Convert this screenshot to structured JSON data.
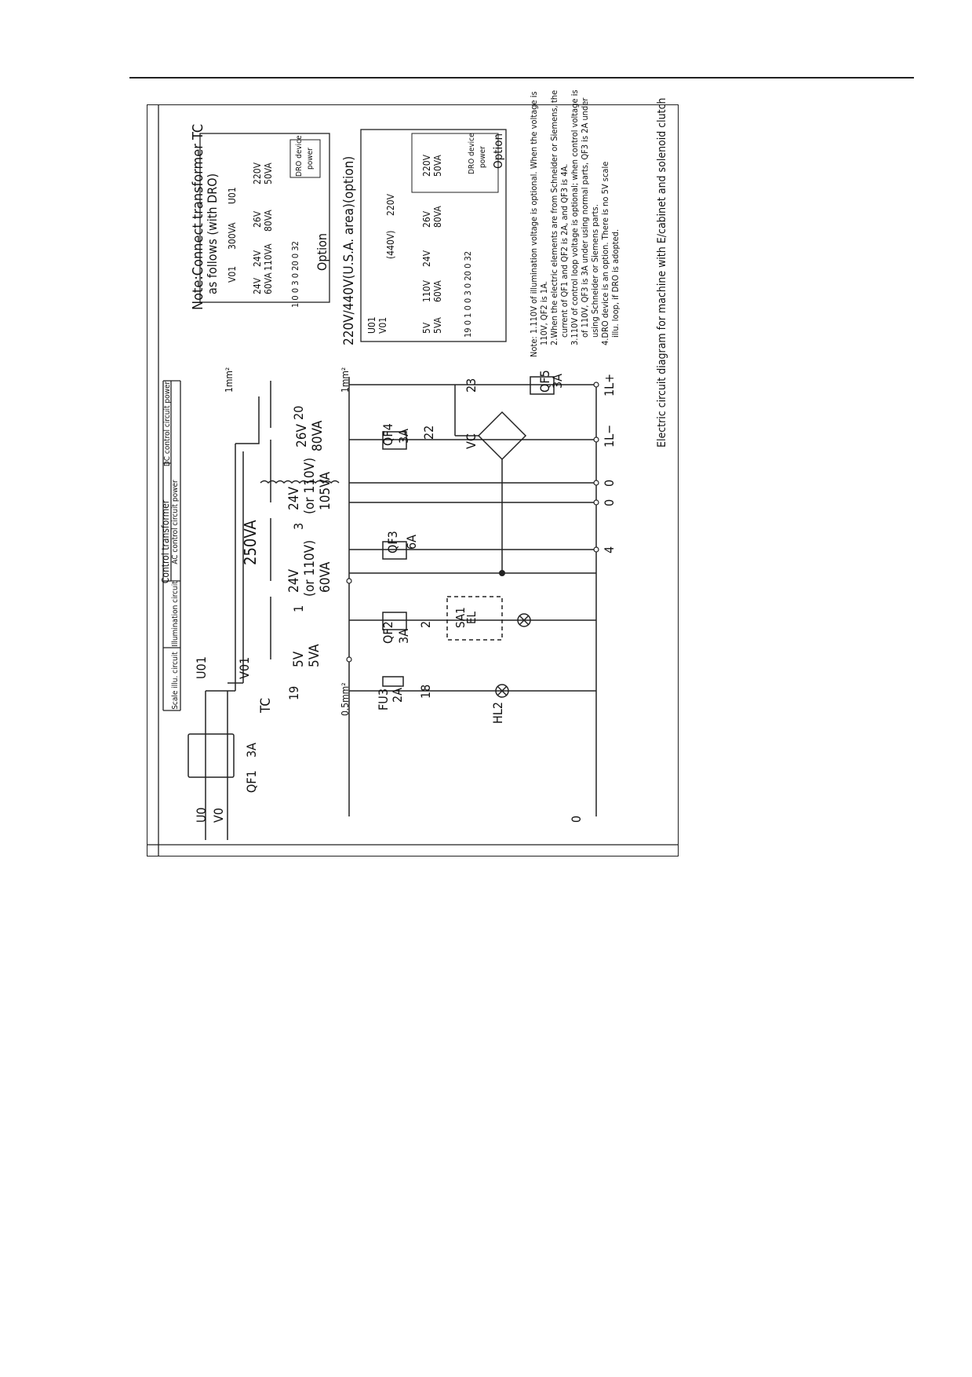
{
  "sheet": {
    "caption": "Electric circuit diagram for machine with E/cabinet and solenoid clutch"
  },
  "header_table": {
    "group_title": "Control transformer",
    "columns": [
      "Scale illu. circuit",
      "Illumination circuit",
      "AC control circuit power",
      "DC control circuit power"
    ]
  },
  "supply": {
    "phases": [
      "U0",
      "V0"
    ],
    "breaker": {
      "name": "QF1",
      "rating": "3A"
    },
    "outputs": [
      "U01",
      "V01"
    ],
    "neutral": "0",
    "wire_sizes": [
      "1mm²",
      "0.5mm²",
      "1mm²"
    ]
  },
  "transformer": {
    "name": "TC",
    "rating": "250VA",
    "earth_terminal": "19",
    "windings": [
      {
        "voltage": "5V",
        "power": "5VA",
        "alt": ""
      },
      {
        "voltage": "24V",
        "power": "60VA",
        "alt": "(or 110V)",
        "terminal": "1"
      },
      {
        "voltage": "24V",
        "power": "105VA",
        "alt": "(or 110V)",
        "terminal": "3"
      },
      {
        "voltage": "26V",
        "power": "80VA",
        "alt": "",
        "terminal": "20"
      }
    ]
  },
  "components": {
    "fu3": {
      "name": "FU3",
      "rating": "2A",
      "wire": "18"
    },
    "hl2": {
      "name": "HL2"
    },
    "qf2": {
      "name": "QF2",
      "rating": "3A",
      "wire": "2"
    },
    "sa1": {
      "name": "SA1"
    },
    "el": {
      "name": "EL"
    },
    "qf3": {
      "name": "QF3",
      "rating": "6A"
    },
    "qf4": {
      "name": "QF4",
      "rating": "3A",
      "wire": "22"
    },
    "vc": {
      "name": "VC",
      "wire": "23"
    },
    "qf5": {
      "name": "QF5",
      "rating": "3A"
    }
  },
  "terminals": [
    "4",
    "0",
    "0",
    "1L−",
    "1L+"
  ],
  "option_box_1": {
    "note": "Note:Connect transformer TC",
    "note2": "as follows (with DRO)",
    "label_v": "V01",
    "label_u": "U01",
    "rating": "300VA",
    "windings": [
      {
        "voltage": "24V",
        "power": "60VA"
      },
      {
        "voltage": "24V",
        "power": "110VA"
      },
      {
        "voltage": "26V",
        "power": "80VA"
      },
      {
        "voltage": "220V",
        "power": "50VA"
      }
    ],
    "terminal_numbers": "1   0 0   3 0   20   0   32",
    "option_label": "Option",
    "dro_label": "DRO device",
    "dro_power": "power"
  },
  "option_box_2": {
    "title": "220V/440V(U.S.A. area)(option)",
    "label_u": "U01",
    "label_v": "V01",
    "primary": [
      "(440V)",
      "220V"
    ],
    "windings": [
      {
        "voltage": "5V",
        "power": "5VA"
      },
      {
        "voltage": "110V",
        "power": "60VA"
      },
      {
        "voltage": "24V",
        "power": ""
      },
      {
        "voltage": "26V",
        "power": "80VA"
      },
      {
        "voltage": "220V",
        "power": "50VA"
      }
    ],
    "terminal_numbers": "19  0 1   0 0   3 0   20   0   32",
    "option_label": "Option",
    "dro_label": "DRO device",
    "dro_power": "power"
  },
  "notes": [
    "Note: 1.110V of illumination voltage is optional. When the voltage is",
    "110V, QF2 is 1A.",
    "2.When the electric elements are from Schneider or Siemens, the",
    "current of QF1 and QF2 is 2A, and QF3 is 4A.",
    "3.110V of control loop voltage is optional; when control voltage is",
    "of 110V, QF3 is 3A under using normal parts, QF3 is 2A under",
    "using Schneider or Siemens parts.",
    "4.DRO device is an option. There is no 5V scale",
    "illu. loop, if DRO is adopted."
  ]
}
